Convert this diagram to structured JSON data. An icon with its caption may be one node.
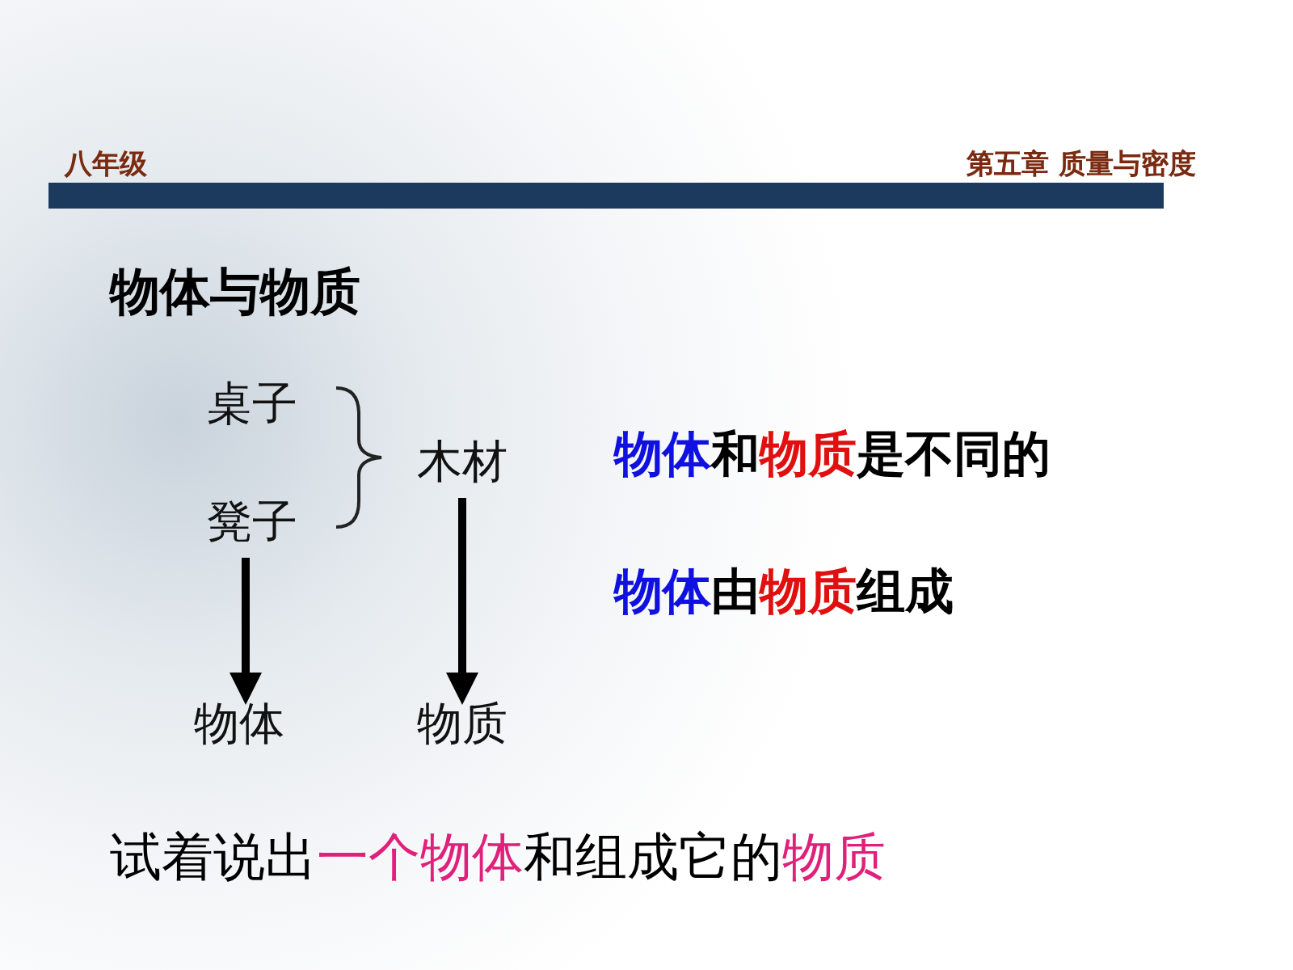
{
  "diagram": {
    "title": "物体与物质",
    "nodes": [
      {
        "text": [
          "桌子"
        ]
      },
      {
        "text": [
          "凳子"
        ]
      },
      {
        "text": [
          "木材"
        ]
      },
      {
        "text": [
          "物体"
        ]
      },
      {
        "text": [
          "物质"
        ]
      }
    ],
    "edges": [
      {
        "from": 1,
        "to": 3,
        "arrow": "to"
      },
      {
        "from": 2,
        "to": 4,
        "arrow": "to"
      }
    ],
    "labels": [
      "八年级",
      "第五章 质量与密度",
      "**物体**和**物质**是不同的",
      "**物体**由**物质**组成",
      "试着说出**一个物体**和组成它的**物质**"
    ]
  }
}
